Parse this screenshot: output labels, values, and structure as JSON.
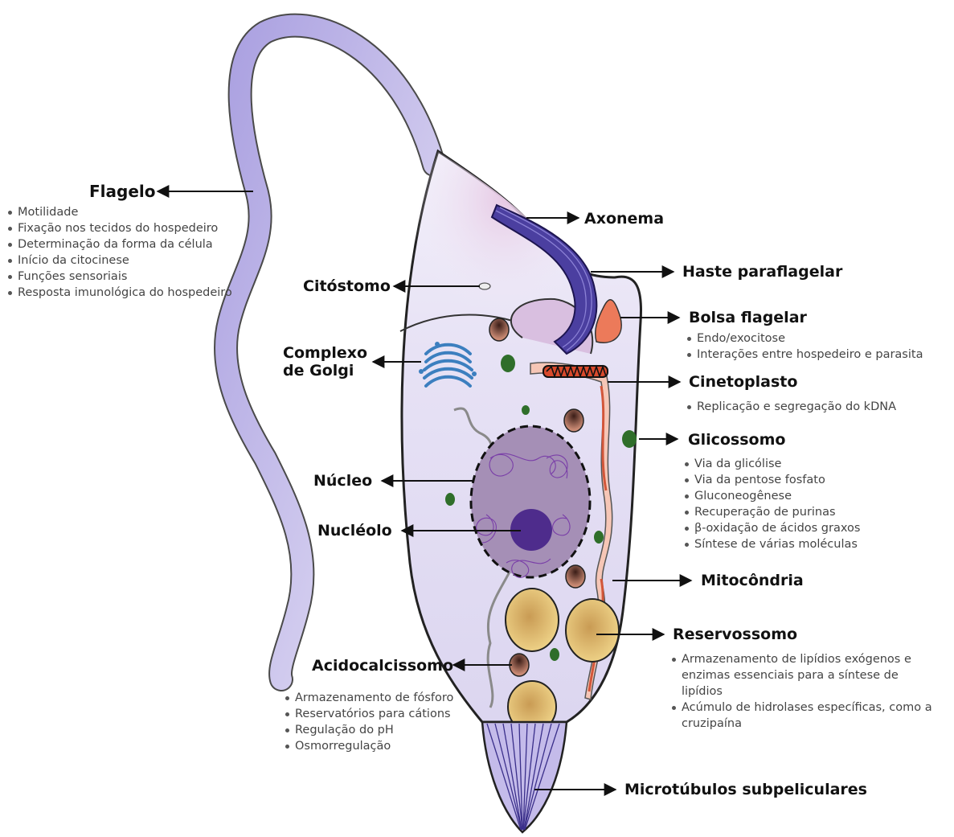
{
  "colors": {
    "flagellum": "#b9b1e6",
    "cell_body": "#e9e5f5",
    "axoneme": "#4b3fa0",
    "nucleus": "#a58fb6",
    "nucleolus": "#4e2c8c",
    "kinetoplast": "#d94a2c",
    "glycosome": "#2f6e2a",
    "reservosome": "#e8cb79",
    "golgi": "#3c7fbf"
  },
  "labels": {
    "flagelo": "Flagelo",
    "axonema": "Axonema",
    "haste": "Haste paraflagelar",
    "citostomo": "Citóstomo",
    "bolsa": "Bolsa flagelar",
    "golgi": "Complexo de Golgi",
    "cinetoplasto": "Cinetoplasto",
    "glicossomo": "Glicossomo",
    "nucleo": "Núcleo",
    "nucleolo": "Nucléolo",
    "mitocondria": "Mitocôndria",
    "reservossomo": "Reservossomo",
    "acidocalcissomo": "Acidocalcissomo",
    "microtubulos": "Microtúbulos subpeliculares"
  },
  "lists": {
    "flagelo": [
      "Motilidade",
      "Fixação nos tecidos do hospedeiro",
      "Determinação da forma da célula",
      "Início da citocinese",
      "Funções sensoriais",
      "Resposta imunológica do hospedeiro"
    ],
    "bolsa": [
      "Endo/exocitose",
      "Interações entre hospedeiro e parasita"
    ],
    "cinetoplasto": [
      "Replicação e segregação do kDNA"
    ],
    "glicossomo": [
      "Via da glicólise",
      "Via da pentose fosfato",
      "Gluconeogênese",
      "Recuperação de purinas",
      "β-oxidação de ácidos graxos",
      "Síntese de várias moléculas"
    ],
    "reservossomo": [
      "Armazenamento de lipídios exógenos e enzimas essenciais para a síntese de lipídios",
      "Acúmulo de hidrolases específicas, como a cruzipaína"
    ],
    "acidocalcissomo": [
      "Armazenamento de fósforo",
      "Reservatórios para cátions",
      "Regulação do pH",
      "Osmorregulação"
    ]
  }
}
